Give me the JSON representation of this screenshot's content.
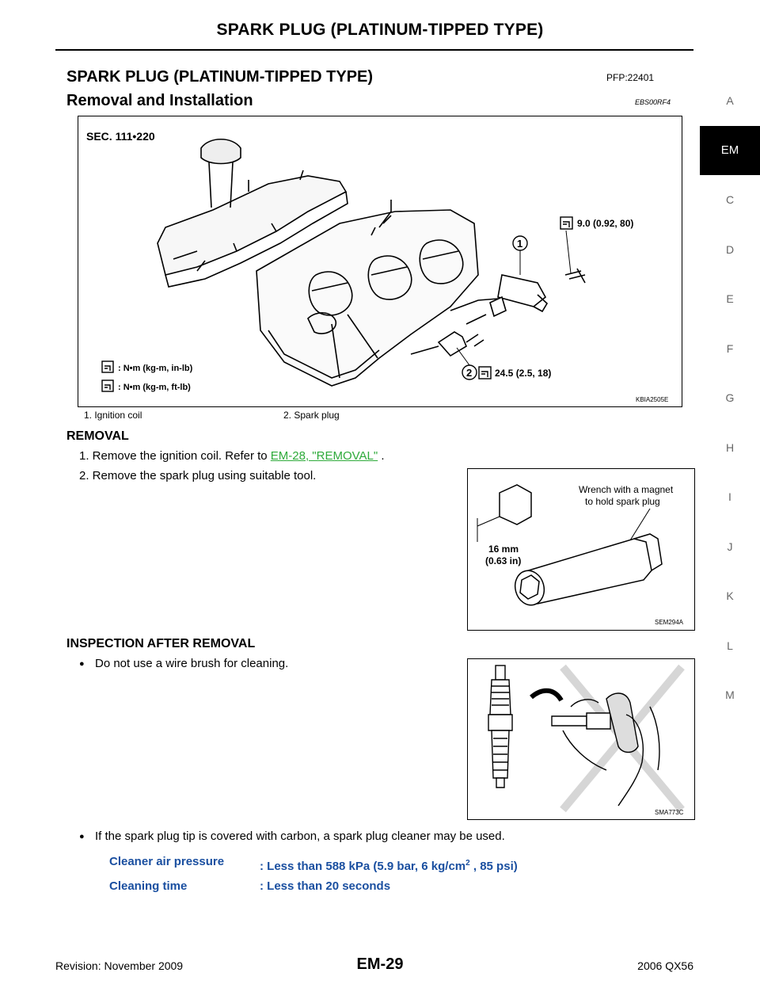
{
  "header": {
    "title": "SPARK PLUG (PLATINUM-TIPPED TYPE)"
  },
  "section": {
    "title": "SPARK PLUG (PLATINUM-TIPPED TYPE)",
    "code": "PFP:22401",
    "subtitle": "Removal and Installation",
    "subcode": "EBS00RF4"
  },
  "side_tabs": [
    "A",
    "EM",
    "C",
    "D",
    "E",
    "F",
    "G",
    "H",
    "I",
    "J",
    "K",
    "L",
    "M"
  ],
  "active_tab": "EM",
  "figure1": {
    "sec": "SEC. 111•220",
    "torque_top": "9.0 (0.92, 80)",
    "torque_bottom": "24.5 (2.5, 18)",
    "legend_inlb": ": N•m (kg-m, in-lb)",
    "legend_ftlb": ": N•m (kg-m, ft-lb)",
    "callout_1": "1",
    "callout_2": "2",
    "code": "KBIA2505E",
    "captions": [
      "1.   Ignition coil",
      "2.   Spark plug"
    ]
  },
  "removal": {
    "heading": "REMOVAL",
    "step1_prefix": "1.   Remove the ignition coil. Refer to ",
    "step1_link": "EM-28, \"REMOVAL\"",
    "step1_suffix": " .",
    "step2": "2.    Remove the spark plug using suitable tool."
  },
  "figure2": {
    "label_line1": "Wrench with a magnet",
    "label_line2": "to hold spark plug",
    "size_line1": "16 mm",
    "size_line2": "(0.63 in)",
    "code": "SEM294A"
  },
  "inspection": {
    "heading": "INSPECTION AFTER REMOVAL",
    "bullet1": "Do not use a wire brush for cleaning.",
    "bullet2": "If the spark plug tip is covered with carbon, a spark plug cleaner may be used."
  },
  "figure3": {
    "code": "SMA773C"
  },
  "spec": {
    "row1_label": "Cleaner air pressure",
    "row1_value_pre": ": Less than 588 kPa (5.9 bar, 6 kg/cm",
    "row1_value_sup": "2",
    "row1_value_post": " , 85 psi)",
    "row2_label": "Cleaning time",
    "row2_value": ": Less than 20 seconds"
  },
  "footer": {
    "revision": "Revision: November 2009",
    "page": "EM-29",
    "model": "2006 QX56"
  }
}
